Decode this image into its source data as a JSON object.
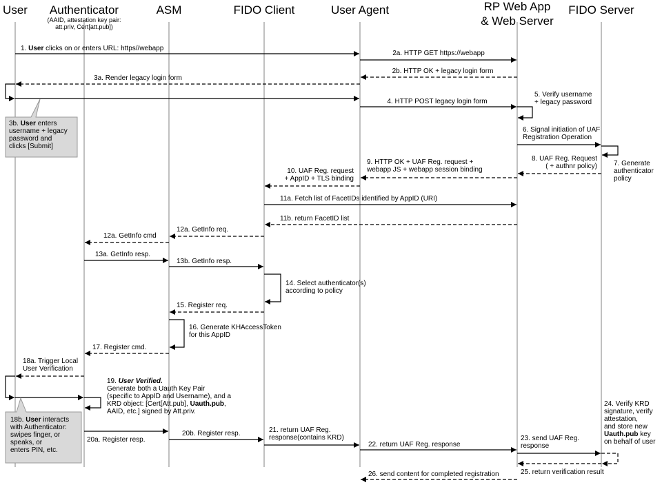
{
  "participants": [
    {
      "id": "user",
      "label": "User"
    },
    {
      "id": "auth",
      "label": "Authenticator",
      "sub": [
        "(AAID, attestation key pair:",
        "att.priv, Cert[att.pub])"
      ]
    },
    {
      "id": "asm",
      "label": "ASM"
    },
    {
      "id": "client",
      "label": "FIDO Client"
    },
    {
      "id": "ua",
      "label": "User Agent"
    },
    {
      "id": "rp",
      "label": [
        "RP Web App",
        "& Web Server"
      ]
    },
    {
      "id": "server",
      "label": "FIDO Server"
    }
  ],
  "messages": [
    {
      "id": "m1",
      "dashed": false,
      "text": [
        [
          {
            "t": "1. "
          },
          {
            "t": "User",
            "b": true
          },
          {
            "t": " clicks on or enters URL: https//webapp"
          }
        ]
      ]
    },
    {
      "id": "m2a",
      "dashed": false,
      "text": [
        [
          {
            "t": "2a. HTTP GET https://webapp"
          }
        ]
      ]
    },
    {
      "id": "m2b",
      "dashed": true,
      "text": [
        [
          {
            "t": "2b. HTTP OK + legacy login form"
          }
        ]
      ]
    },
    {
      "id": "m3a",
      "dashed": true,
      "text": [
        [
          {
            "t": "3a. Render legacy login form"
          }
        ]
      ]
    },
    {
      "id": "m4",
      "dashed": false,
      "text": [
        [
          {
            "t": "4. HTTP POST legacy login form"
          }
        ]
      ]
    },
    {
      "id": "m5",
      "dashed": false,
      "text": [
        [
          {
            "t": "5. Verify username"
          }
        ],
        [
          {
            "t": "+ legacy password"
          }
        ]
      ]
    },
    {
      "id": "m6",
      "dashed": false,
      "text": [
        [
          {
            "t": "6. Signal initiation of UAF"
          }
        ],
        [
          {
            "t": "Registration Operation"
          }
        ]
      ]
    },
    {
      "id": "m7",
      "dashed": false,
      "text": [
        [
          {
            "t": "7. Generate"
          }
        ],
        [
          {
            "t": "authenticator"
          }
        ],
        [
          {
            "t": "policy"
          }
        ]
      ]
    },
    {
      "id": "m8",
      "dashed": true,
      "text": [
        [
          {
            "t": "8. UAF Reg. Request"
          }
        ],
        [
          {
            "t": "( + authnr policy)"
          }
        ]
      ]
    },
    {
      "id": "m9",
      "dashed": true,
      "text": [
        [
          {
            "t": "9. HTTP OK + UAF Reg. request +"
          }
        ],
        [
          {
            "t": "webapp JS + webapp session binding"
          }
        ]
      ]
    },
    {
      "id": "m10",
      "dashed": true,
      "text": [
        [
          {
            "t": "10. UAF Reg. request"
          }
        ],
        [
          {
            "t": "+ AppID + TLS binding"
          }
        ]
      ]
    },
    {
      "id": "m11a",
      "dashed": false,
      "text": [
        [
          {
            "t": "11a. Fetch list of FacetIDs identified by AppID (URI)"
          }
        ]
      ]
    },
    {
      "id": "m11b",
      "dashed": true,
      "text": [
        [
          {
            "t": "11b. return FacetID list"
          }
        ]
      ]
    },
    {
      "id": "m12a1",
      "dashed": true,
      "text": [
        [
          {
            "t": "12a. GetInfo req."
          }
        ]
      ]
    },
    {
      "id": "m12a2",
      "dashed": true,
      "text": [
        [
          {
            "t": "12a. GetInfo cmd"
          }
        ]
      ]
    },
    {
      "id": "m13a",
      "dashed": false,
      "text": [
        [
          {
            "t": "13a. GetInfo resp."
          }
        ]
      ]
    },
    {
      "id": "m13b",
      "dashed": false,
      "text": [
        [
          {
            "t": "13b. GetInfo resp."
          }
        ]
      ]
    },
    {
      "id": "m14",
      "dashed": false,
      "text": [
        [
          {
            "t": "14. Select authenticator(s)"
          }
        ],
        [
          {
            "t": "according to policy"
          }
        ]
      ]
    },
    {
      "id": "m15",
      "dashed": true,
      "text": [
        [
          {
            "t": "15. Register req."
          }
        ]
      ]
    },
    {
      "id": "m16",
      "dashed": false,
      "text": [
        [
          {
            "t": "16. Generate KHAccessToken"
          }
        ],
        [
          {
            "t": "for this AppID"
          }
        ]
      ]
    },
    {
      "id": "m17",
      "dashed": true,
      "text": [
        [
          {
            "t": "17. Register cmd."
          }
        ]
      ]
    },
    {
      "id": "m18a",
      "dashed": true,
      "text": [
        [
          {
            "t": "18a. Trigger Local"
          }
        ],
        [
          {
            "t": "User Verification"
          }
        ]
      ]
    },
    {
      "id": "m19",
      "dashed": false,
      "text": [
        [
          {
            "t": "19. "
          },
          {
            "t": "User Verified.",
            "bi": true
          }
        ],
        [
          {
            "t": "Generate both a Uauth Key Pair"
          }
        ],
        [
          {
            "t": "(specific to AppID and Username), and a"
          }
        ],
        [
          {
            "t": "KRD object: [Cert[Att.pub], "
          },
          {
            "t": "Uauth.pub",
            "b": true
          },
          {
            "t": ","
          }
        ],
        [
          {
            "t": "AAID, etc.] signed by Att.priv."
          }
        ]
      ]
    },
    {
      "id": "m20a",
      "dashed": false,
      "text": [
        [
          {
            "t": "20a. Register resp."
          }
        ]
      ]
    },
    {
      "id": "m20b",
      "dashed": false,
      "text": [
        [
          {
            "t": "20b. Register resp."
          }
        ]
      ]
    },
    {
      "id": "m21",
      "dashed": false,
      "text": [
        [
          {
            "t": "21. return UAF Reg."
          }
        ],
        [
          {
            "t": "response(contains KRD)"
          }
        ]
      ]
    },
    {
      "id": "m22",
      "dashed": false,
      "text": [
        [
          {
            "t": "22. return UAF Reg. response"
          }
        ]
      ]
    },
    {
      "id": "m23",
      "dashed": false,
      "text": [
        [
          {
            "t": "23. send UAF Reg."
          }
        ],
        [
          {
            "t": "response"
          }
        ]
      ]
    },
    {
      "id": "m24",
      "dashed": false,
      "text": [
        [
          {
            "t": "24. Verify KRD"
          }
        ],
        [
          {
            "t": "signature, verify"
          }
        ],
        [
          {
            "t": "attestation,"
          }
        ],
        [
          {
            "t": "and store new"
          }
        ],
        [
          {
            "t": "Uauth.pub",
            "b": true
          },
          {
            "t": " key"
          }
        ],
        [
          {
            "t": "on behalf of user"
          }
        ]
      ]
    },
    {
      "id": "m25",
      "dashed": true,
      "text": [
        [
          {
            "t": "25. return verification result"
          }
        ]
      ]
    },
    {
      "id": "m26",
      "dashed": true,
      "text": [
        [
          {
            "t": "26. send content for completed  registration"
          }
        ]
      ]
    }
  ],
  "notes": [
    {
      "id": "n3b",
      "text": [
        [
          {
            "t": "3b. "
          },
          {
            "t": "User",
            "b": true
          },
          {
            "t": " enters"
          }
        ],
        [
          {
            "t": "username + legacy"
          }
        ],
        [
          {
            "t": "password and"
          }
        ],
        [
          {
            "t": "clicks [Submit]"
          }
        ]
      ]
    },
    {
      "id": "n18b",
      "text": [
        [
          {
            "t": "18b. "
          },
          {
            "t": "User",
            "b": true
          },
          {
            "t": " interacts"
          }
        ],
        [
          {
            "t": "with Authenticator:"
          }
        ],
        [
          {
            "t": "swipes finger, or"
          }
        ],
        [
          {
            "t": "speaks, or"
          }
        ],
        [
          {
            "t": "enters PIN, etc."
          }
        ]
      ]
    }
  ]
}
